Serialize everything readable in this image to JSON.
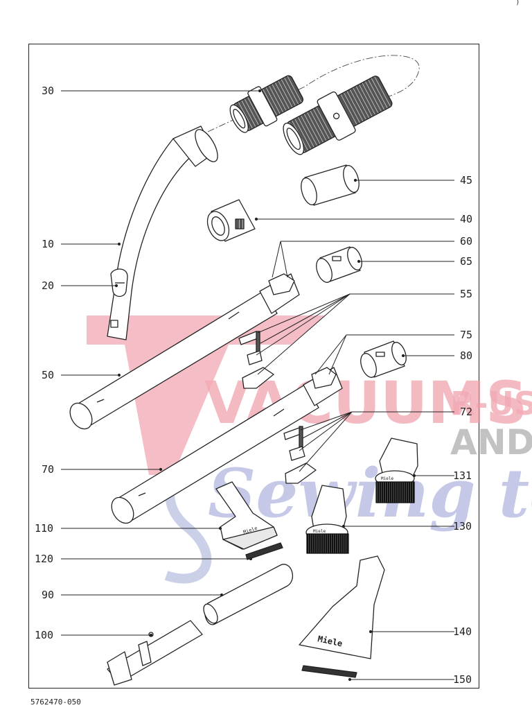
{
  "labels": {
    "l10": "10",
    "l20": "20",
    "l30": "30",
    "l40": "40",
    "l45": "45",
    "l50": "50",
    "l55": "55",
    "l60": "60",
    "l65": "65",
    "l70": "70",
    "l72": "72",
    "l75": "75",
    "l80": "80",
    "l90": "90",
    "l100": "100",
    "l110": "110",
    "l120": "120",
    "l130": "130",
    "l131": "131",
    "l140": "140",
    "l150": "150"
  },
  "document_number": "5762470-050",
  "brand_marks": [
    "Miele",
    "Miele",
    "Miele",
    "Miele"
  ],
  "watermark": {
    "line1": "VACUUMS",
    "line2": "R-US",
    "line3": "AND",
    "line4": "Sewing too"
  },
  "corner_mark": ")",
  "colors": {
    "line": "#222222",
    "watermark_red": "#ef9aa6",
    "watermark_blue": "#aab0dc",
    "watermark_gray": "#9a9a9a"
  }
}
